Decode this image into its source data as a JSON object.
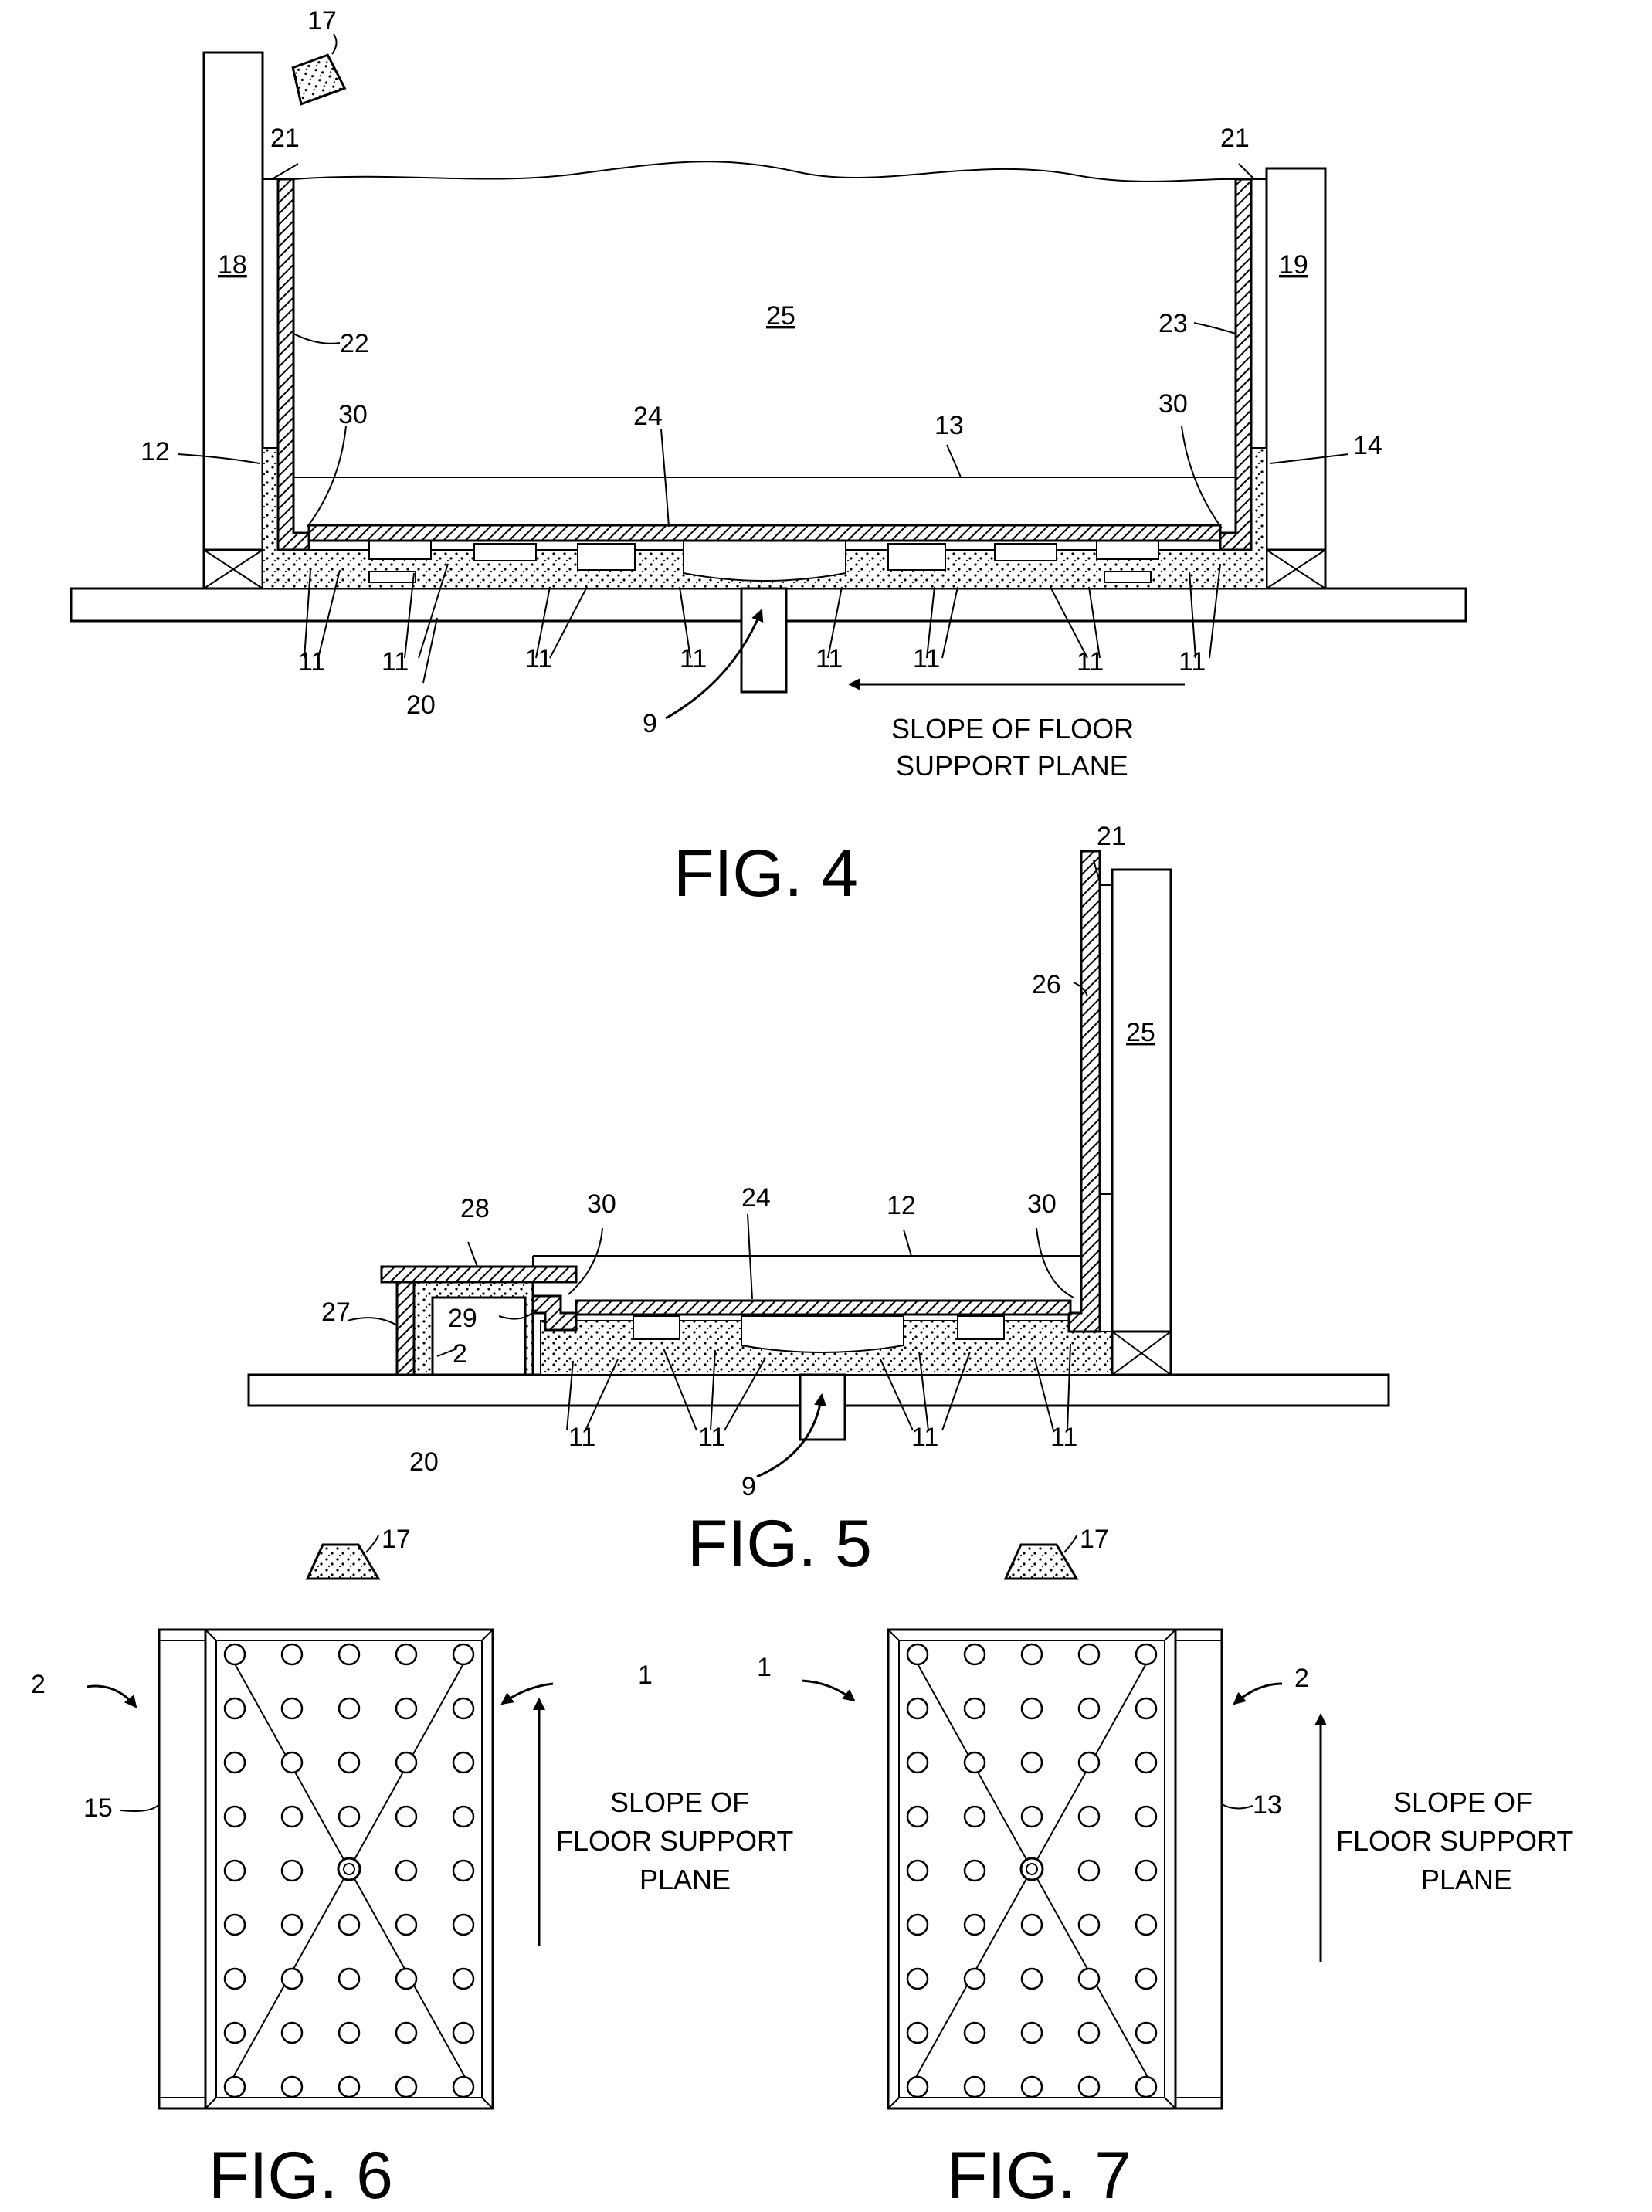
{
  "figures": {
    "fig4": {
      "title": "FIG. 4",
      "slope_line1": "SLOPE OF FLOOR",
      "slope_line2": "SUPPORT PLANE"
    },
    "fig5": {
      "title": "FIG. 5"
    },
    "fig6": {
      "title": "FIG. 6",
      "slope_line1": "SLOPE OF",
      "slope_line2": "FLOOR SUPPORT",
      "slope_line3": "PLANE"
    },
    "fig7": {
      "title": "FIG. 7",
      "slope_line1": "SLOPE OF",
      "slope_line2": "FLOOR SUPPORT",
      "slope_line3": "PLANE"
    }
  },
  "refs": {
    "r1": "1",
    "r2": "2",
    "r9": "9",
    "r11": "11",
    "r12": "12",
    "r13": "13",
    "r14": "14",
    "r15": "15",
    "r17": "17",
    "r18": "18",
    "r19": "19",
    "r20": "20",
    "r21": "21",
    "r22": "22",
    "r23": "23",
    "r24": "24",
    "r25": "25",
    "r26": "26",
    "r27": "27",
    "r28": "28",
    "r29": "29",
    "r30": "30"
  },
  "colors": {
    "ink": "#000000",
    "paper": "#ffffff"
  }
}
